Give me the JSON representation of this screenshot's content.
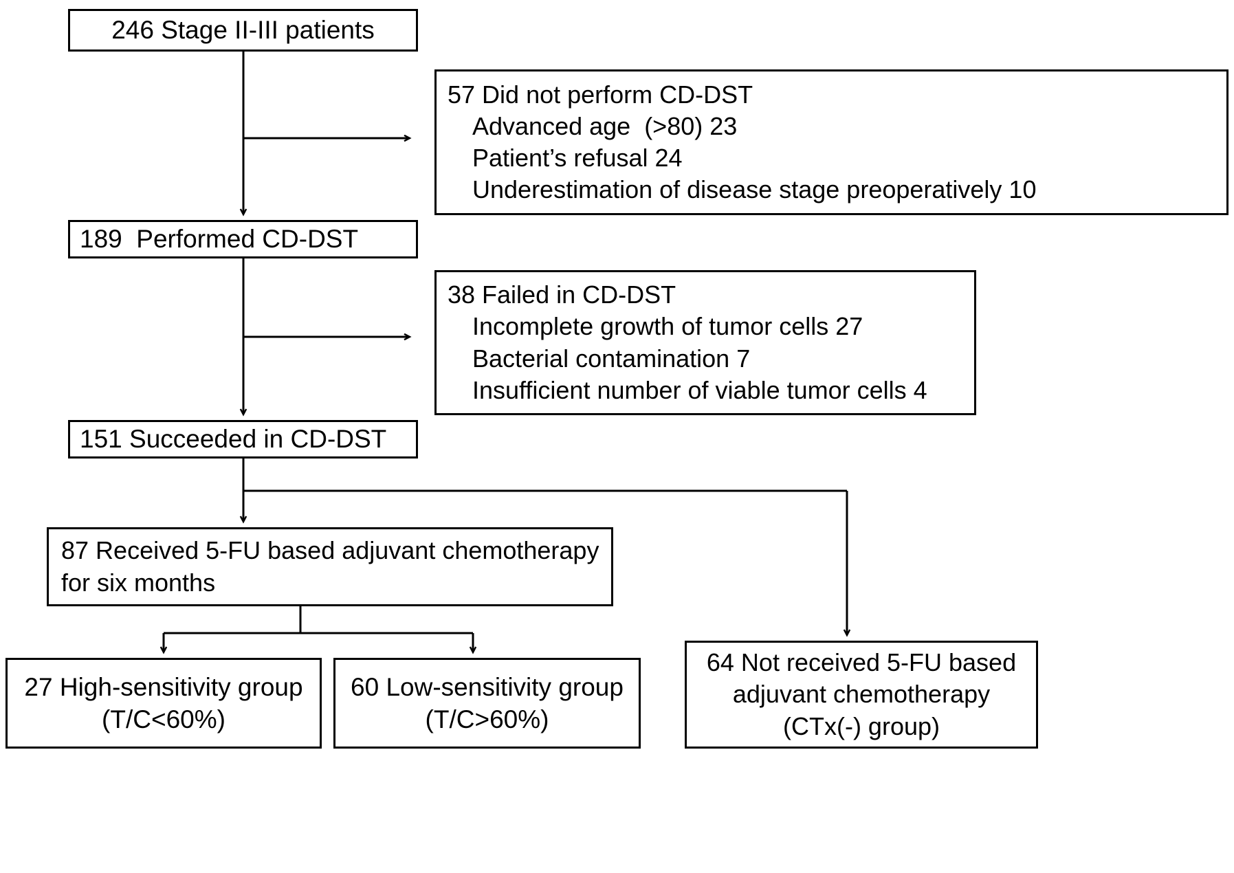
{
  "diagram": {
    "title": "CONSORT-style patient flow diagram for CD-DST chemosensitivity study",
    "type": "flowchart",
    "stroke_color": "#000000",
    "background_color": "#ffffff"
  },
  "nodes": {
    "total_patients": {
      "lines": [
        "246 Stage II-III patients"
      ],
      "count": 246
    },
    "not_performed": {
      "lines": [
        "57 Did not perform CD-DST",
        "Advanced age  (>80) 23",
        "Patient’s refusal 24",
        "Underestimation of disease stage preoperatively 10"
      ],
      "count": 57
    },
    "performed": {
      "lines": [
        "189  Performed CD-DST"
      ],
      "count": 189
    },
    "failed": {
      "lines": [
        "38 Failed in CD-DST",
        "Incomplete growth of tumor cells 27",
        "Bacterial contamination 7",
        "Insufficient number of viable tumor cells 4"
      ],
      "count": 38
    },
    "succeeded": {
      "lines": [
        "151 Succeeded in CD-DST"
      ],
      "count": 151
    },
    "received_chemo": {
      "lines": [
        "87 Received 5-FU based adjuvant chemotherapy",
        "for six months"
      ],
      "count": 87
    },
    "high_sensitivity": {
      "lines": [
        "27 High-sensitivity group",
        "(T/C<60%)"
      ],
      "count": 27
    },
    "low_sensitivity": {
      "lines": [
        "60 Low-sensitivity group",
        "(T/C>60%)"
      ],
      "count": 60
    },
    "not_received_chemo": {
      "lines": [
        "64 Not received 5-FU based",
        "adjuvant chemotherapy",
        "(CTx(-) group)"
      ],
      "count": 64
    }
  }
}
